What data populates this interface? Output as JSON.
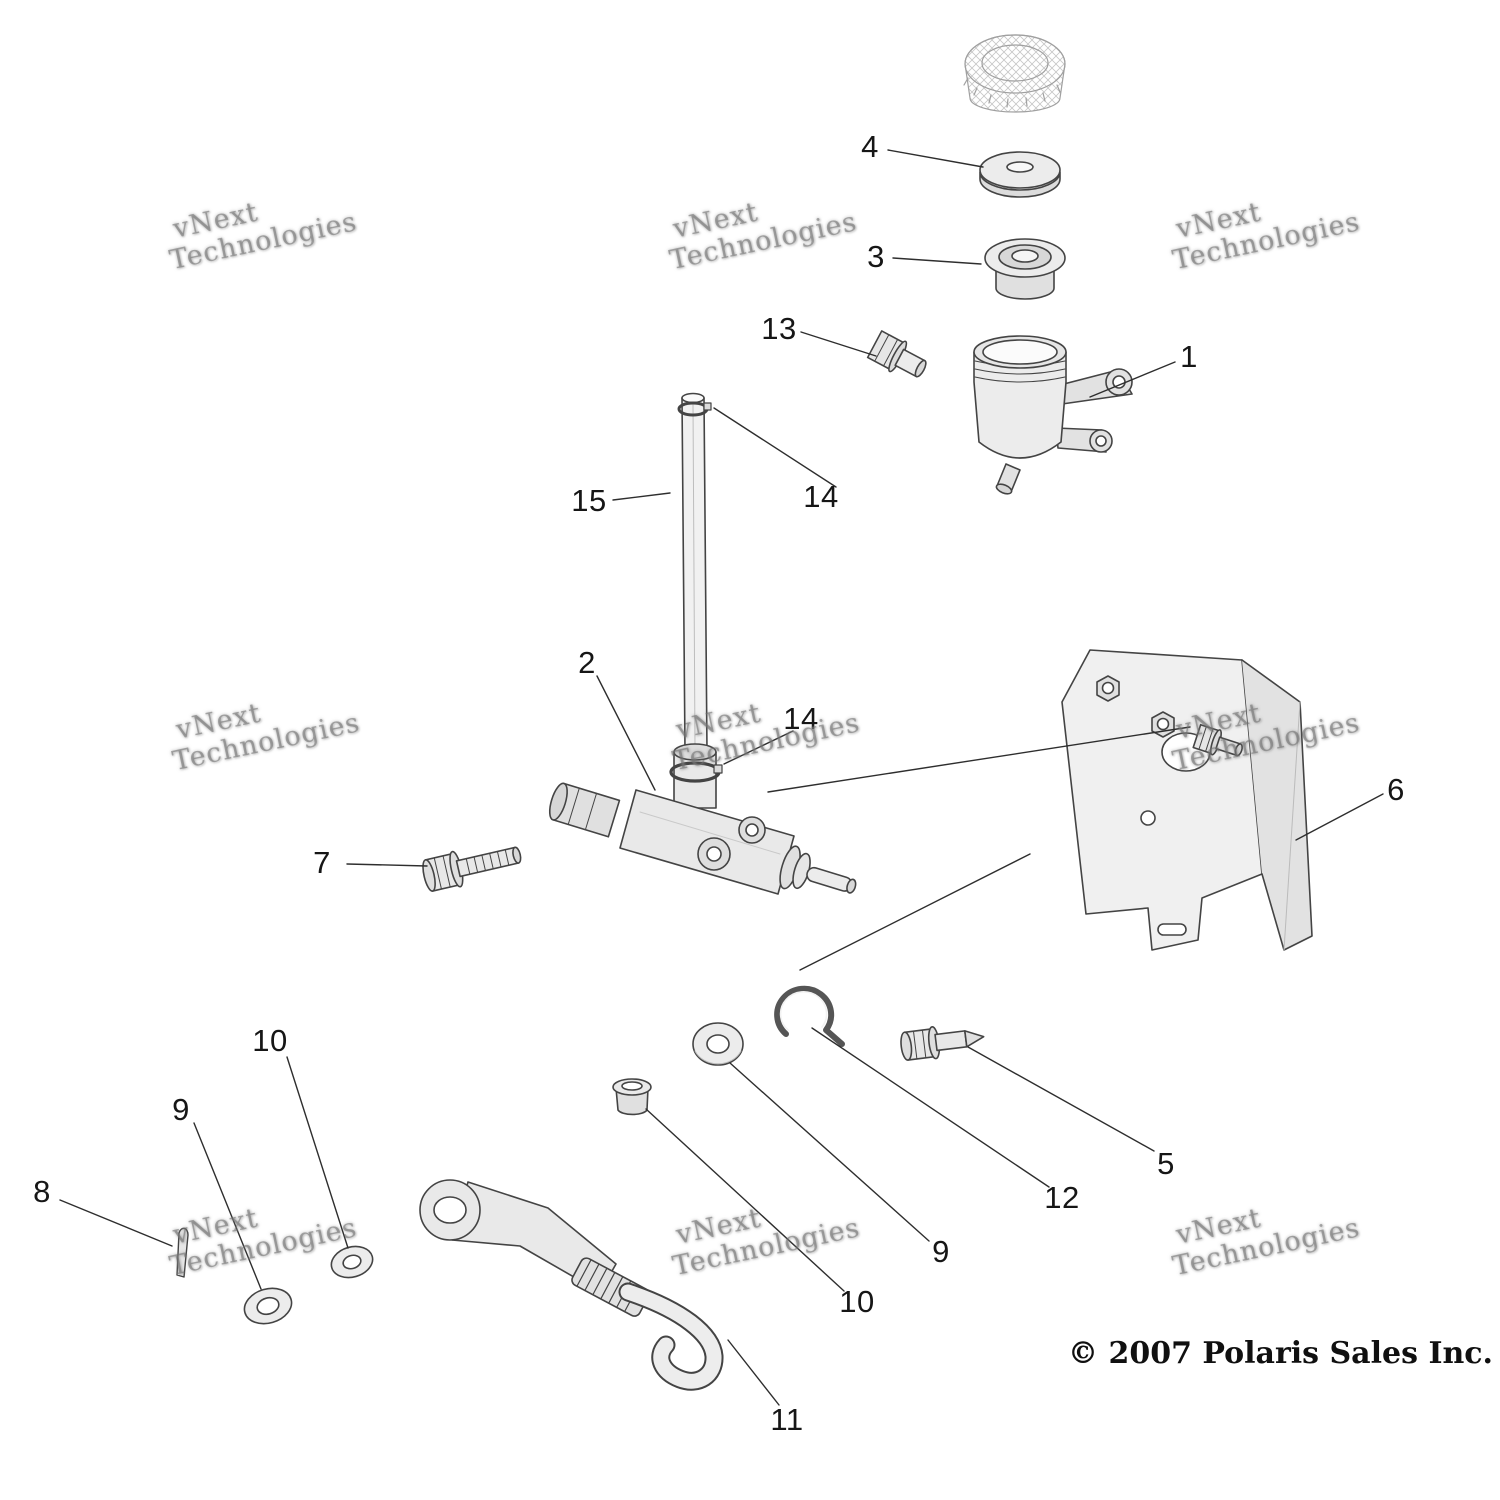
{
  "page": {
    "copyright": "© 2007 Polaris Sales Inc."
  },
  "watermark": {
    "line1": "vNext",
    "line2": "Technologies"
  },
  "callouts": [
    {
      "label": "4"
    },
    {
      "label": "3"
    },
    {
      "label": "13"
    },
    {
      "label": "1"
    },
    {
      "label": "15"
    },
    {
      "label": "14"
    },
    {
      "label": "2"
    },
    {
      "label": "14"
    },
    {
      "label": "6"
    },
    {
      "label": "7"
    },
    {
      "label": "12"
    },
    {
      "label": "9"
    },
    {
      "label": "5"
    },
    {
      "label": "10"
    },
    {
      "label": "8"
    },
    {
      "label": "9"
    },
    {
      "label": "10"
    },
    {
      "label": "11"
    }
  ]
}
